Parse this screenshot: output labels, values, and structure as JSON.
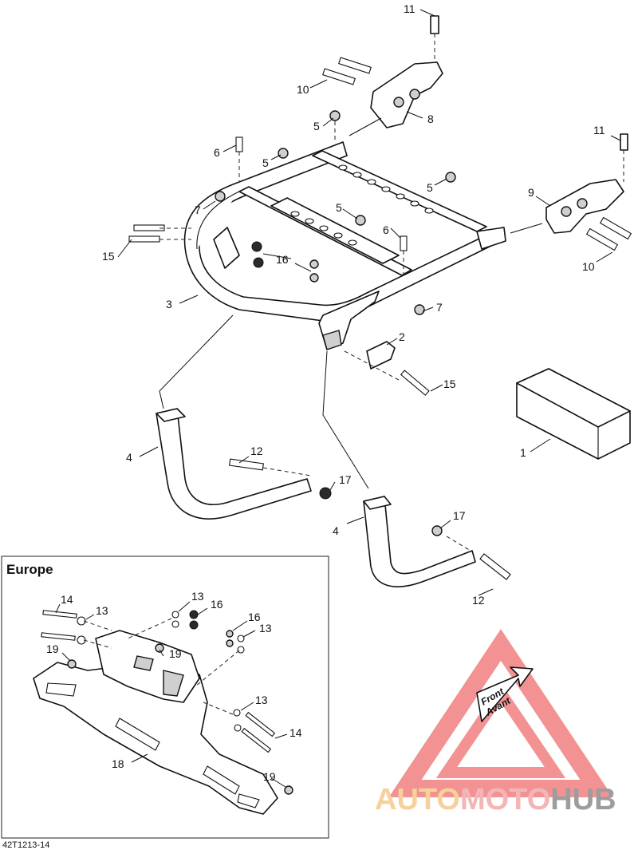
{
  "callouts": {
    "c1": "1",
    "c2": "2",
    "c3": "3",
    "c4a": "4",
    "c4b": "4",
    "c5a": "5",
    "c5b": "5",
    "c5c": "5",
    "c5d": "5",
    "c6a": "6",
    "c6b": "6",
    "c7a": "7",
    "c7b": "7",
    "c8": "8",
    "c9": "9",
    "c10a": "10",
    "c10b": "10",
    "c11a": "11",
    "c11b": "11",
    "c12a": "12",
    "c12b": "12",
    "c15a": "15",
    "c15b": "15",
    "c16": "16",
    "c17a": "17",
    "c17b": "17"
  },
  "europe": {
    "title": "Europe",
    "callouts": {
      "c13a": "13",
      "c13b": "13",
      "c13c": "13",
      "c13d": "13",
      "c14a": "14",
      "c14b": "14",
      "c16a": "16",
      "c16b": "16",
      "c18": "18",
      "c19a": "19",
      "c19b": "19",
      "c19c": "19"
    }
  },
  "front_marker": {
    "line1": "Front",
    "line2": "Avant"
  },
  "diagram_code": "42T1213-14",
  "watermark": {
    "part1": "AUTO",
    "part2": "MOTO",
    "part3": "HUB",
    "colors": {
      "auto": "#f5c98a",
      "moto": "#f2a9a9",
      "hub": "#8c8c8c",
      "triangle": "#f08080"
    }
  }
}
